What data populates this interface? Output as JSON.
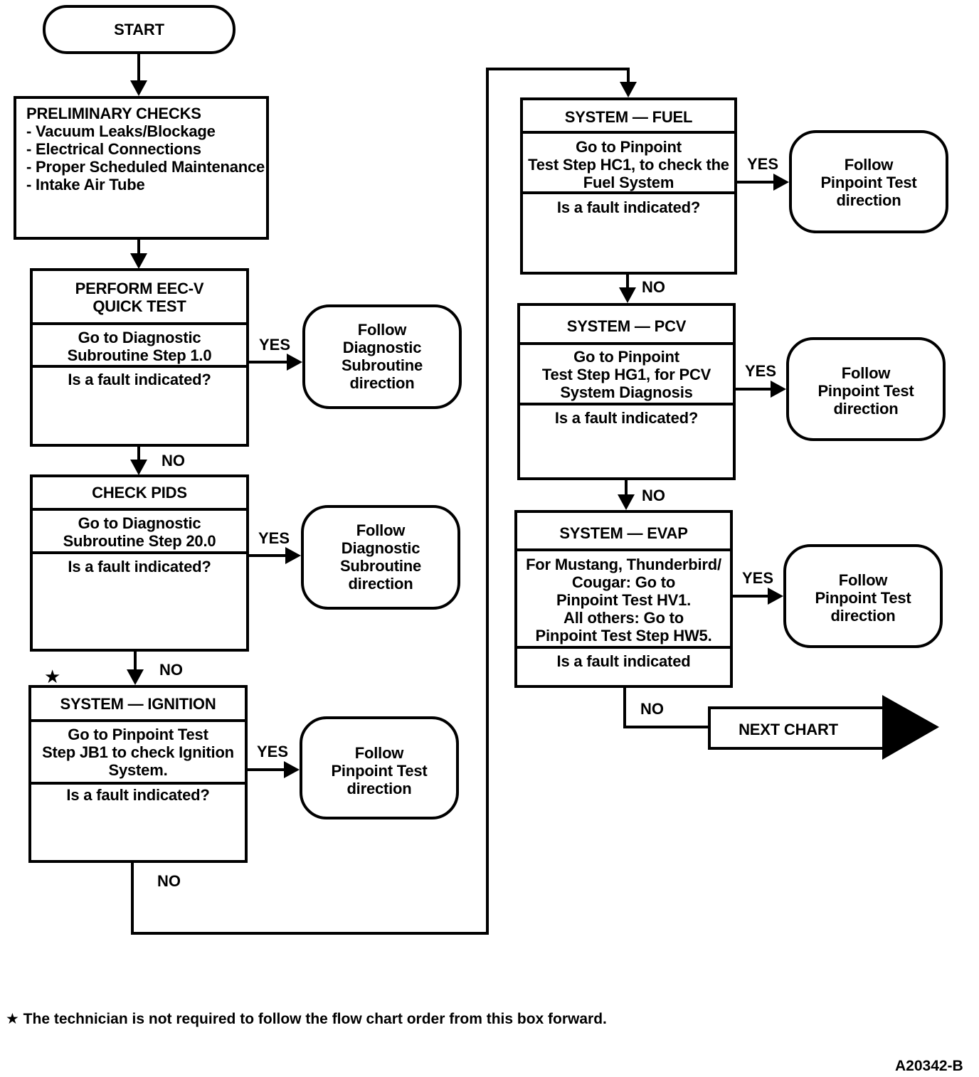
{
  "start": "START",
  "preliminary": {
    "title": "PRELIMINARY CHECKS",
    "items": [
      "- Vacuum Leaks/Blockage",
      "- Electrical Connections",
      "- Proper Scheduled Maintenance",
      "- Intake Air Tube"
    ]
  },
  "quick_test": {
    "title": [
      "PERFORM EEC-V",
      "QUICK TEST"
    ],
    "action": [
      "Go to Diagnostic",
      "Subroutine Step 1.0"
    ],
    "question": "Is a fault indicated?",
    "yes": "YES",
    "no": "NO",
    "result": [
      "Follow",
      "Diagnostic",
      "Subroutine",
      "direction"
    ]
  },
  "pids": {
    "title": "CHECK PIDS",
    "action": [
      "Go to Diagnostic",
      "Subroutine Step 20.0"
    ],
    "question": "Is a fault indicated?",
    "yes": "YES",
    "no": "NO",
    "result": [
      "Follow",
      "Diagnostic",
      "Subroutine",
      "direction"
    ]
  },
  "ignition": {
    "star": "★",
    "title": "SYSTEM — IGNITION",
    "action": [
      "Go to Pinpoint Test",
      "Step JB1 to check Ignition",
      "System."
    ],
    "question": "Is a fault indicated?",
    "yes": "YES",
    "no": "NO",
    "result": [
      "Follow",
      "Pinpoint Test",
      "direction"
    ]
  },
  "fuel": {
    "title": "SYSTEM — FUEL",
    "action": [
      "Go to Pinpoint",
      "Test Step HC1, to check the",
      "Fuel System"
    ],
    "question": "Is a fault indicated?",
    "yes": "YES",
    "no": "NO",
    "result": [
      "Follow",
      "Pinpoint Test",
      "direction"
    ]
  },
  "pcv": {
    "title": "SYSTEM — PCV",
    "action": [
      "Go to Pinpoint",
      "Test Step HG1, for PCV",
      "System Diagnosis"
    ],
    "question": "Is a fault indicated?",
    "yes": "YES",
    "no": "NO",
    "result": [
      "Follow",
      "Pinpoint Test",
      "direction"
    ]
  },
  "evap": {
    "title": "SYSTEM — EVAP",
    "action": [
      "For Mustang, Thunderbird/",
      "Cougar: Go to",
      "Pinpoint Test HV1.",
      "All others: Go to",
      "Pinpoint Test Step HW5."
    ],
    "question": "Is a fault indicated",
    "yes": "YES",
    "no": "NO",
    "result": [
      "Follow",
      "Pinpoint Test",
      "direction"
    ]
  },
  "next_chart": "NEXT CHART",
  "footnote": "★ The technician is not required to follow the flow chart order from this box forward.",
  "figure_id": "A20342-B"
}
